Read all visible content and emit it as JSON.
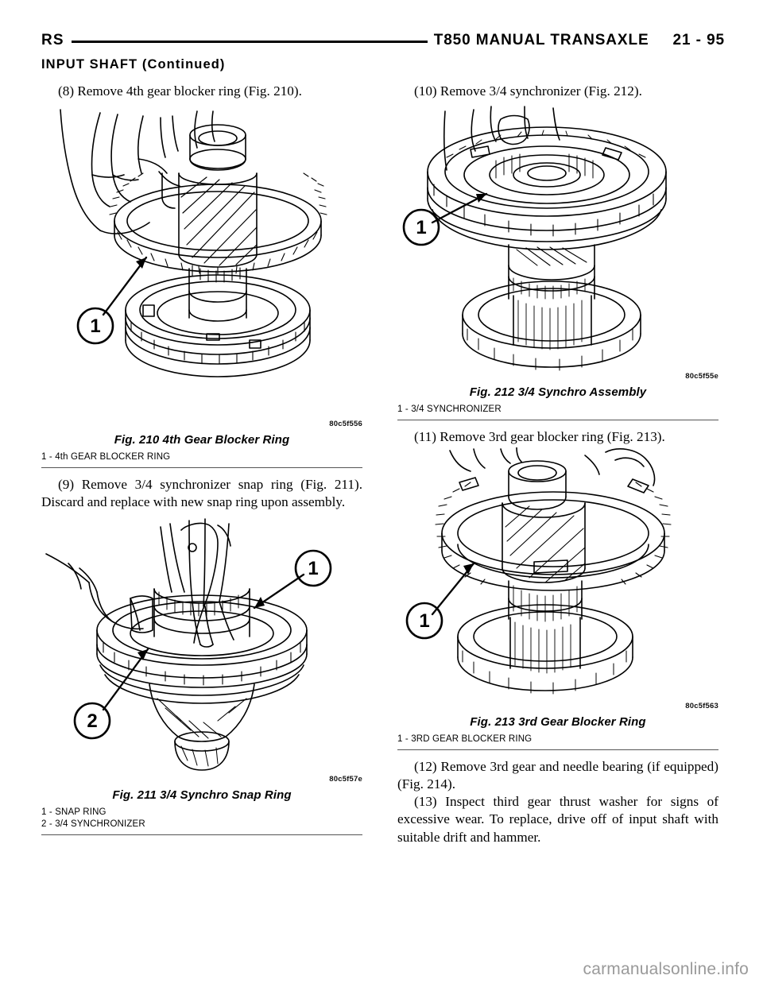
{
  "header": {
    "left_code": "RS",
    "title": "T850 MANUAL TRANSAXLE",
    "page_number": "21 - 95",
    "section": "INPUT SHAFT (Continued)"
  },
  "left_column": {
    "step_8": "(8) Remove 4th gear blocker ring (Fig. 210).",
    "fig210": {
      "image_code": "80c5f556",
      "caption": "Fig. 210 4th Gear Blocker Ring",
      "callouts": [
        "1"
      ],
      "legend": [
        "1 - 4th GEAR BLOCKER RING"
      ]
    },
    "step_9": "(9) Remove 3/4 synchronizer snap ring (Fig. 211). Discard and replace with new snap ring upon assembly.",
    "fig211": {
      "image_code": "80c5f57e",
      "caption": "Fig. 211 3/4 Synchro Snap Ring",
      "callouts": [
        "1",
        "2"
      ],
      "legend": [
        "1 - SNAP RING",
        "2 - 3/4 SYNCHRONIZER"
      ]
    }
  },
  "right_column": {
    "step_10": "(10) Remove 3/4 synchronizer (Fig. 212).",
    "fig212": {
      "image_code": "80c5f55e",
      "caption": "Fig. 212 3/4 Synchro Assembly",
      "callouts": [
        "1"
      ],
      "legend": [
        "1 - 3/4 SYNCHRONIZER"
      ]
    },
    "step_11": "(11) Remove 3rd gear blocker ring (Fig. 213).",
    "fig213": {
      "image_code": "80c5f563",
      "caption": "Fig. 213 3rd Gear Blocker Ring",
      "callouts": [
        "1"
      ],
      "legend": [
        "1 - 3RD GEAR BLOCKER RING"
      ]
    },
    "step_12": "(12) Remove 3rd gear and needle bearing (if equipped) (Fig. 214).",
    "step_13": "(13) Inspect third gear thrust washer for signs of excessive wear. To replace, drive off of input shaft with suitable drift and hammer."
  },
  "footer": {
    "watermark": "carmanualsonline.info"
  }
}
